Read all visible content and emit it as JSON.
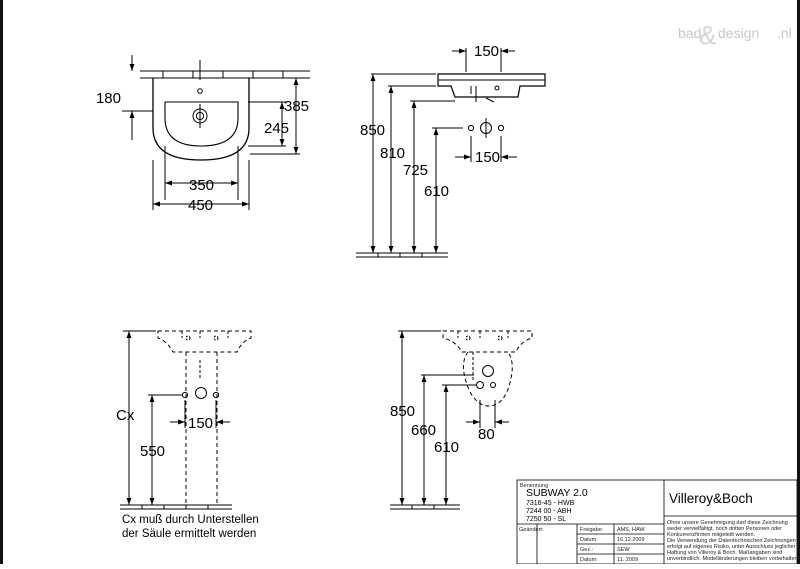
{
  "watermark": {
    "left": "bad",
    "mid": "design",
    "right": ".nl",
    "amp": "&"
  },
  "dims": {
    "top_width_150": "150",
    "depth_180": "180",
    "height_385": "385",
    "height_245": "245",
    "inner_350": "350",
    "outer_450": "450",
    "h850": "850",
    "h810": "810",
    "h725": "725",
    "h610": "610",
    "side_150": "150",
    "cx": "Cx",
    "h550": "550",
    "pedestal_150": "150",
    "b850": "850",
    "b660": "660",
    "b610": "610",
    "b80": "80"
  },
  "note": {
    "line1": "Cx muß durch Unterstellen",
    "line2": "der Säule ermittelt werden"
  },
  "title_block": {
    "benennung_label": "Benennung",
    "title": "SUBWAY 2.0",
    "codes": [
      "7316-45 - HWB",
      "7244 00 - ABH",
      "7250 50 - SL"
    ],
    "brand": "Villeroy&Boch",
    "geaendert_label": "Geändert:",
    "rows": [
      {
        "label": "Freigabe:",
        "value": "AMS, HAW"
      },
      {
        "label": "Datum:",
        "value": "16.12.2009"
      },
      {
        "label": "Gez.:",
        "value": "SEW"
      },
      {
        "label": "Datum:",
        "value": "11. 2009"
      }
    ],
    "disclaimer": [
      "Ohne unsere Genehmigung darf diese Zeichnung",
      "weder vervielfältigt, noch dritten Personen oder",
      "Konkurrenzfirmen mitgeteilt werden.",
      "Die Verwendung der Datentechnischen Zeichnungen",
      "erfolgt auf eigenes Risiko, unter Ausschluss jeglicher",
      "Haftung von Villeroy & Boch. Maßangaben sind",
      "unverbindlich. Modelländerungen bleiben vorbehalten."
    ]
  }
}
